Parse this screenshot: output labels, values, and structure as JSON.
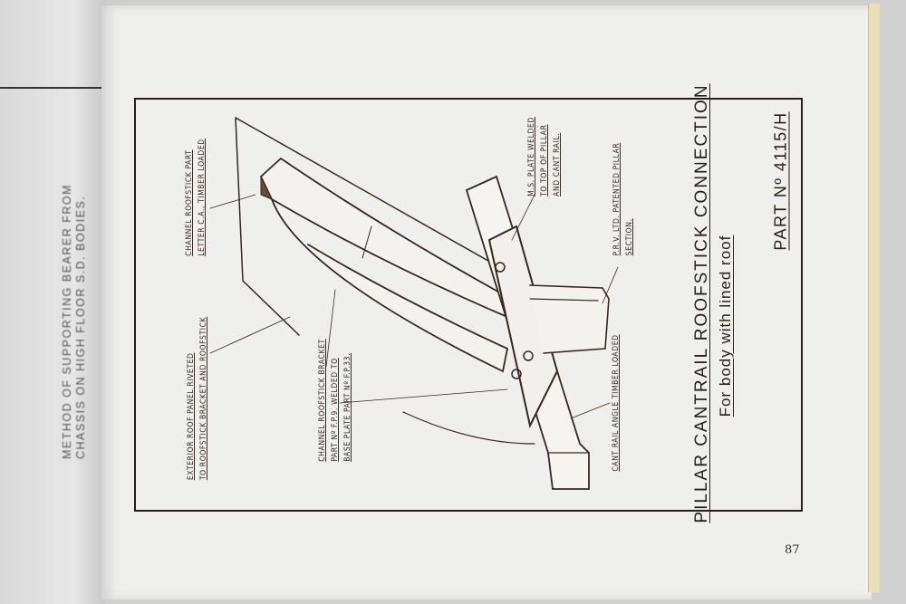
{
  "left_page": {
    "caption_lines": [
      "METHOD OF SUPPORTING BEARER FROM",
      "CHASSIS ON HIGH FLOOR S.D. BODIES."
    ]
  },
  "right_page": {
    "title": "PILLAR CANTRAIL ROOFSTICK CONNECTION",
    "subtitle": "For body with lined roof",
    "part_number": "PART Nº 4115/H",
    "page_number": "87",
    "callouts": {
      "exterior_panel": [
        "EXTERIOR ROOF PANEL RIVETED",
        "TO ROOFSTICK BRACKET AND ROOFSTICK"
      ],
      "channel_roofstick": [
        "CHANNEL ROOFSTICK PART",
        "LETTER C.A., TIMBER LOADED"
      ],
      "bracket": [
        "CHANNEL ROOFSTICK BRACKET",
        "PART Nº F.P.9. WELDED TO",
        "BASE PLATE PART Nº F.P.33."
      ],
      "ms_plate": [
        "M.S. PLATE WELDED",
        "TO TOP OF PILLAR",
        "AND CANT RAIL."
      ],
      "prv_pillar": [
        "P.R.V. LTD. PATENTED PILLAR",
        "SECTION."
      ],
      "cant_rail": [
        "CANT RAIL ANGLE TIMBER LOADED"
      ]
    }
  }
}
